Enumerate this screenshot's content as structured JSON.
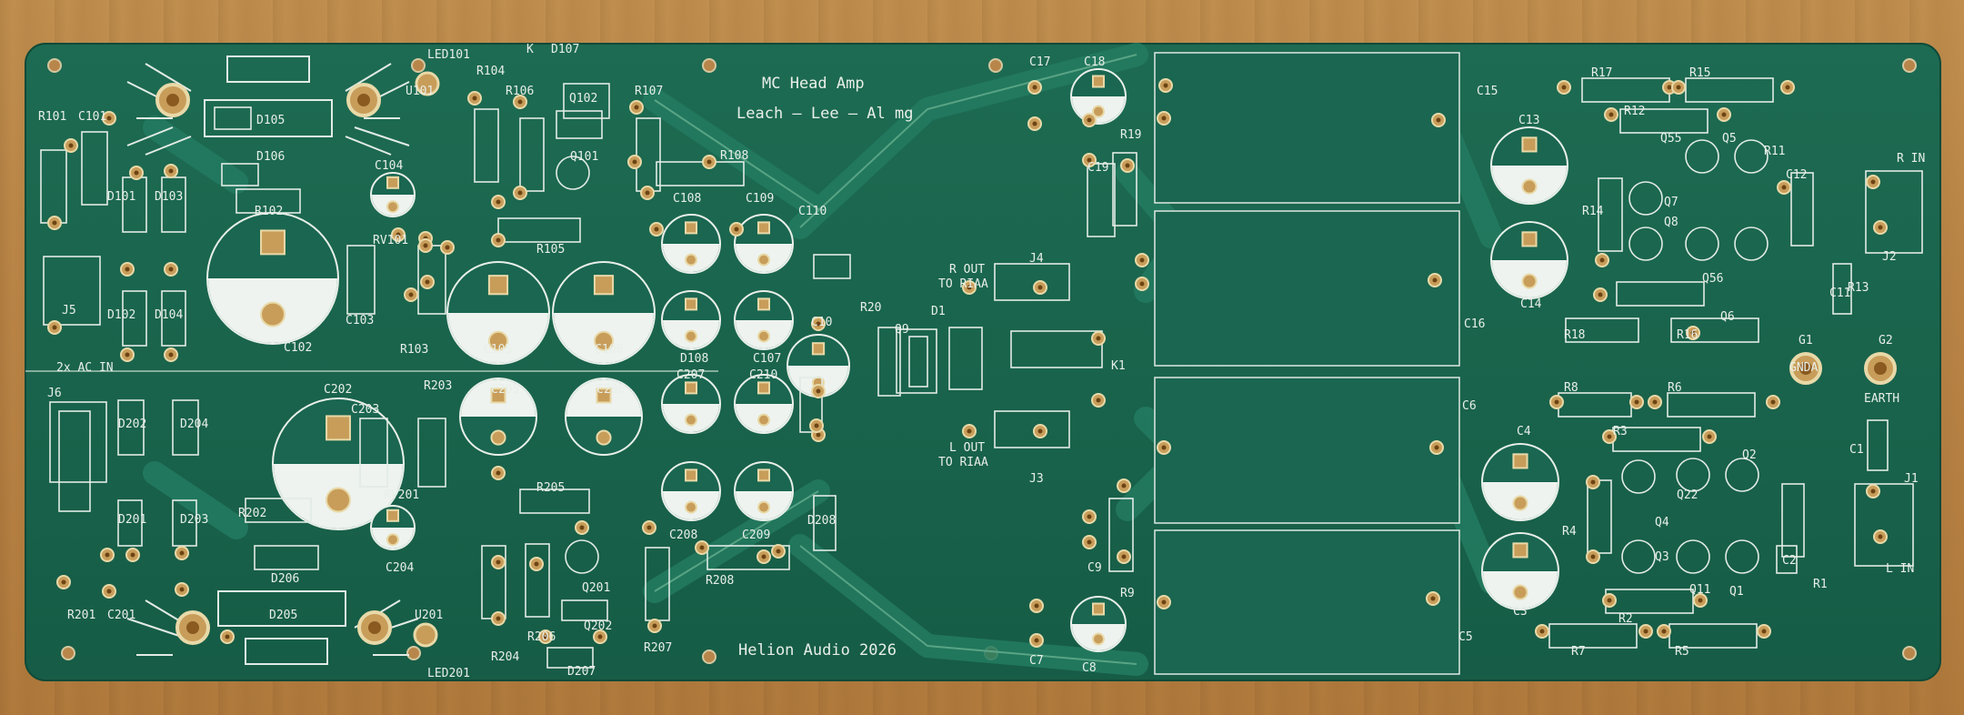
{
  "board": {
    "title_line1": "MC Head Amp",
    "title_line2": "Leach – Lee – Al mg",
    "brand": "Helion Audio 2026",
    "r_out": "R OUT",
    "r_out_to": "TO RIAA",
    "l_out": "L OUT",
    "l_out_to": "TO RIAA",
    "ac_in": "2x AC IN",
    "r_in": "R IN",
    "l_in": "L IN",
    "gnda": "GNDA",
    "earth": "EARTH"
  },
  "labels_top_supply": [
    "LED101",
    "U101",
    "R104",
    "R106",
    "D107",
    "K",
    "Q102",
    "R107",
    "Q101",
    "R108",
    "R101",
    "C101",
    "D105",
    "D106",
    "C104",
    "R102",
    "RV101",
    "R105",
    "D101",
    "D102",
    "D103",
    "D104",
    "C102",
    "C103",
    "R103",
    "C105",
    "C106",
    "C108",
    "C109",
    "D108",
    "C107",
    "C110",
    "J5"
  ],
  "labels_bottom_supply": [
    "J6",
    "D202",
    "D204",
    "C202",
    "C203",
    "R203",
    "C205",
    "C206",
    "C207",
    "C210",
    "RV201",
    "D201",
    "D203",
    "R202",
    "R205",
    "C204",
    "C208",
    "C209",
    "D208",
    "R208",
    "Q201",
    "Q202",
    "D206",
    "D205",
    "R201",
    "C201",
    "U201",
    "R204",
    "R206",
    "R207",
    "D207",
    "LED201"
  ],
  "labels_center": [
    "C17",
    "C18",
    "R19",
    "C19",
    "J4",
    "K1",
    "J3",
    "R20",
    "D1",
    "Q9",
    "C10",
    "C9",
    "R9",
    "C7",
    "C8"
  ],
  "labels_right": [
    "C15",
    "R17",
    "R15",
    "C13",
    "R12",
    "Q55",
    "Q5",
    "R14",
    "Q7",
    "R11",
    "C12",
    "J2",
    "Q8",
    "C14",
    "Q56",
    "Q6",
    "R13",
    "C11",
    "C16",
    "R18",
    "R16",
    "G1",
    "G2",
    "R8",
    "R6",
    "C6",
    "C4",
    "R3",
    "Q2",
    "R4",
    "Q22",
    "C1",
    "J1",
    "Q4",
    "Q3",
    "C2",
    "R1",
    "C3",
    "Q11",
    "Q1",
    "R2",
    "C5",
    "R7",
    "R5"
  ]
}
